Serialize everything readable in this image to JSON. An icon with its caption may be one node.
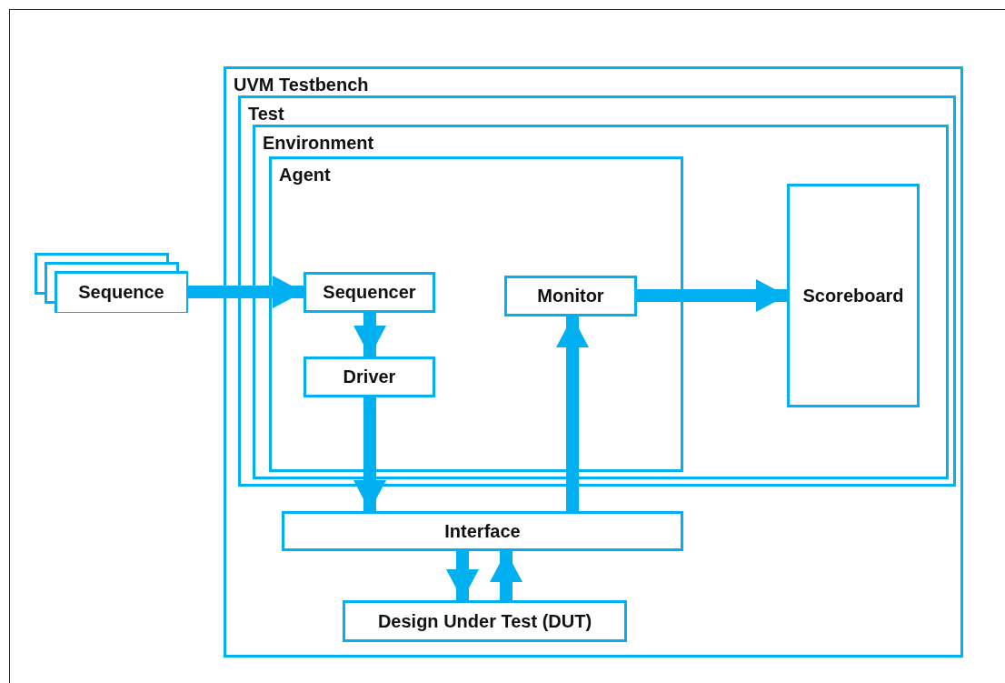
{
  "diagram": {
    "nodes": [
      {
        "text": [
          "UVM Testbench"
        ]
      },
      {
        "text": [
          "Test"
        ],
        "in": 0
      },
      {
        "text": [
          "Environment"
        ],
        "in": 1
      },
      {
        "text": [
          "Agent"
        ],
        "in": 2
      },
      {
        "text": [
          "Sequence"
        ]
      },
      {
        "text": [
          "Sequencer"
        ],
        "in": 3
      },
      {
        "text": [
          "Monitor"
        ],
        "in": 3
      },
      {
        "text": [
          "Scoreboard"
        ],
        "in": 2
      },
      {
        "text": [
          "Driver"
        ],
        "in": 3
      },
      {
        "text": [
          "Interface"
        ],
        "in": 0
      },
      {
        "text": [
          "Design Under Test (DUT)"
        ],
        "in": 0
      }
    ],
    "edges": [
      {
        "from": 4,
        "to": 5,
        "arrow": "to"
      },
      {
        "from": 5,
        "to": 8,
        "arrow": "to"
      },
      {
        "from": 8,
        "to": 9,
        "arrow": "to"
      },
      {
        "from": 9,
        "to": 6,
        "arrow": "to"
      },
      {
        "from": 6,
        "to": 7,
        "arrow": "to"
      },
      {
        "from": 9,
        "to": 10,
        "arrow": "to"
      },
      {
        "from": 10,
        "to": 9,
        "arrow": "to"
      }
    ]
  }
}
